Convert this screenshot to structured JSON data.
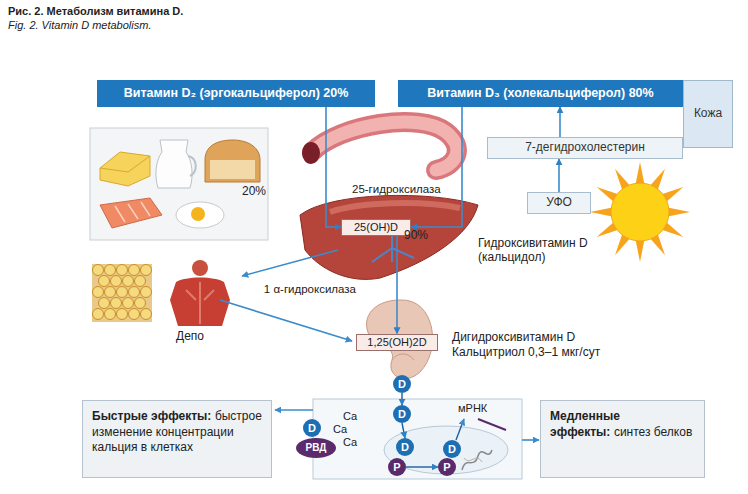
{
  "diagram": {
    "title": "Рис. 2. Метаболизм витамина D.",
    "caption": "Fig. 2. Vitamin D metabolism.",
    "nodes": [
      {
        "text": [
          "Витамин D₂ (эргокальциферол) 20%"
        ]
      },
      {
        "text": [
          "Витамин D₃ (холекальциферол) 80%"
        ]
      },
      {
        "text": [
          "Кожа"
        ]
      },
      {
        "text": [
          "7-дегидрохолестерин"
        ]
      },
      {
        "text": [
          "УФО"
        ]
      },
      {
        "text": [
          "25(OH)D"
        ]
      },
      {
        "text": [
          "1,25(OH)2D"
        ]
      },
      {
        "text": [
          "D"
        ]
      },
      {
        "text": [
          "D"
        ]
      },
      {
        "text": [
          "D"
        ]
      },
      {
        "text": [
          "РВД"
        ]
      },
      {
        "text": [
          "D"
        ]
      },
      {
        "text": [
          "P"
        ]
      },
      {
        "text": [
          "D"
        ]
      },
      {
        "text": [
          "P"
        ]
      },
      {
        "text": [
          "Быстрые эффекты:",
          "быстрое изменение концентрации кальция в клетках"
        ]
      },
      {
        "text": [
          "Медленные эффекты:",
          "синтез белков"
        ]
      }
    ],
    "edges": [
      {
        "from": 0,
        "to": 5,
        "arrow": "to"
      },
      {
        "from": 1,
        "to": 5,
        "arrow": "to"
      },
      {
        "from": 3,
        "to": 1,
        "arrow": "to"
      },
      {
        "from": 4,
        "to": 3,
        "arrow": "to"
      },
      {
        "from": 5,
        "to": 6,
        "arrow": "to"
      },
      {
        "from": 7,
        "to": 8,
        "arrow": "to"
      },
      {
        "from": 8,
        "to": 11,
        "arrow": "to"
      },
      {
        "from": 12,
        "to": 14,
        "arrow": "to"
      }
    ],
    "labels": [
      "20%",
      "25-гидроксилаза",
      "90%",
      "Гидроксивитамин D (кальцидол)",
      "1 α-гидроксилаза",
      "Депо",
      "Дигидроксивитамин D",
      "Кальцитриол 0,3–1 мкг/сут",
      "Ca",
      "Ca",
      "Ca",
      "мРНК"
    ]
  }
}
